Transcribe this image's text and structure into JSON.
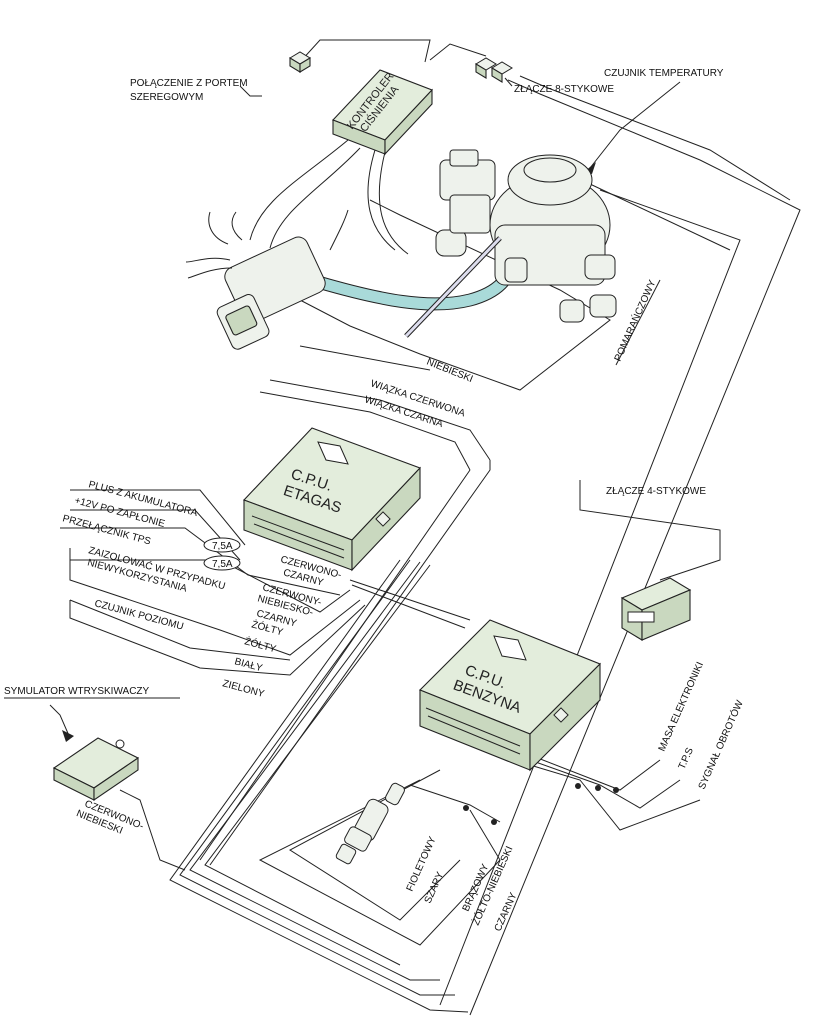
{
  "labels": {
    "serial_port": [
      "POŁĄCZENIE Z PORTEM",
      "SZEREGOWYM"
    ],
    "pressure_controller": [
      "KONTROLER",
      "CIŚNIENIA"
    ],
    "connector_8pin": "ZŁĄCZE 8-STYKOWE",
    "temp_sensor": "CZUJNIK TEMPERATURY",
    "blue_wire": "NIEBIESKI",
    "orange_wire": "POMARAŃCZOWY",
    "red_harness": "WIĄZKA CZERWONA",
    "black_harness": "WIĄZKA CZARNA",
    "cpu_etagas": [
      "C.P.U.",
      "ETAGAS"
    ],
    "cpu_benzyna": [
      "C.P.U.",
      "BENZYNA"
    ],
    "connector_4pin": "ZŁĄCZE 4-STYKOWE",
    "battery_plus": "PLUS Z AKUMULATORA",
    "ignition_12v": "+12V PO ZAPŁONIE",
    "tps_switch": "PRZEŁĄCZNIK TPS",
    "isolate_unused": [
      "ZAIZOLOWAĆ W PRZYPADKU",
      "NIEWYKORZYSTANIA"
    ],
    "level_sensor": "CZUJNIK POZIOMU",
    "fuse_1": "7,5A",
    "fuse_2": "7,5A",
    "wire_red_black": [
      "CZERWONO-",
      "CZARNY"
    ],
    "wire_red_blue": [
      "CZERWONY-",
      "NIEBIESKO-"
    ],
    "wire_black_yellow": [
      "CZARNY",
      "ŻÓŁTY"
    ],
    "wire_yellow": "ŻÓŁTY",
    "wire_white": "BIAŁY",
    "wire_green": "ZIELONY",
    "injector_simulator": "SYMULATOR WTRYSKIWACZY",
    "simulator_wire": [
      "CZERWONO-",
      "NIEBIESKI"
    ],
    "electronic_ground": "MASA ELEKTRONIKI",
    "tps": "T.P.S",
    "rpm_signal": "SYGNAŁ OBROTÓW",
    "violet_wire": "FIOLETOWY",
    "grey_wire": "SZARY",
    "brown_wire": "BRĄZOWY",
    "yellow_blue_wire": "ŻÓŁTO-NIEBIESKI",
    "black_wire": "CZARNY"
  },
  "colors": {
    "module_fill": "#e3eddc",
    "module_dark": "#c9d8bf",
    "gas_hose": "#a9dad9",
    "line": "#222222"
  }
}
